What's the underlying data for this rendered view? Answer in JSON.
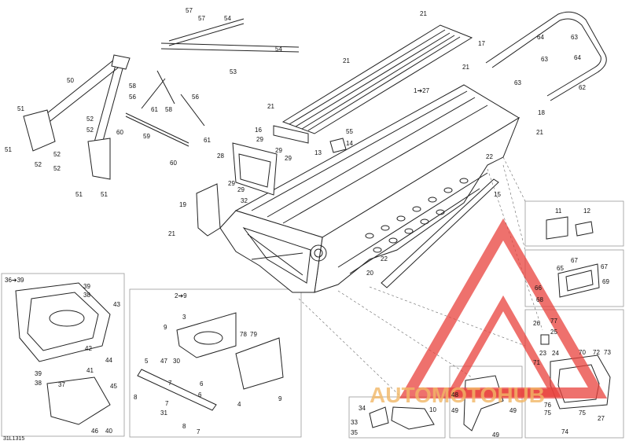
{
  "diagram_code": "31L1315",
  "watermark": {
    "word1": "AUTO",
    "word2": "MOTO",
    "word3": "HUB",
    "color1": "#f2b766",
    "color2": "#e8413c"
  },
  "labels": [
    {
      "id": "l57a",
      "text": "57"
    },
    {
      "id": "l57b",
      "text": "57"
    },
    {
      "id": "l54a",
      "text": "54"
    },
    {
      "id": "l54b",
      "text": "54"
    },
    {
      "id": "l53",
      "text": "53"
    },
    {
      "id": "l50",
      "text": "50"
    },
    {
      "id": "l58a",
      "text": "58"
    },
    {
      "id": "l56a",
      "text": "56"
    },
    {
      "id": "l61a",
      "text": "61"
    },
    {
      "id": "l58b",
      "text": "58"
    },
    {
      "id": "l56b",
      "text": "56"
    },
    {
      "id": "l60a",
      "text": "60"
    },
    {
      "id": "l59",
      "text": "59"
    },
    {
      "id": "l61b",
      "text": "61"
    },
    {
      "id": "l60b",
      "text": "60"
    },
    {
      "id": "l51a",
      "text": "51"
    },
    {
      "id": "l51b",
      "text": "51"
    },
    {
      "id": "l52a",
      "text": "52"
    },
    {
      "id": "l52b",
      "text": "52"
    },
    {
      "id": "l52c",
      "text": "52"
    },
    {
      "id": "l52d",
      "text": "52"
    },
    {
      "id": "l51c",
      "text": "51"
    },
    {
      "id": "l51d",
      "text": "51"
    },
    {
      "id": "l52e",
      "text": "52"
    },
    {
      "id": "l21a",
      "text": "21"
    },
    {
      "id": "l17",
      "text": "17"
    },
    {
      "id": "l21b",
      "text": "21"
    },
    {
      "id": "l21c",
      "text": "21"
    },
    {
      "id": "l127",
      "text": "1➔27"
    },
    {
      "id": "l21d",
      "text": "21"
    },
    {
      "id": "l16",
      "text": "16"
    },
    {
      "id": "l29a",
      "text": "29"
    },
    {
      "id": "l29b",
      "text": "29"
    },
    {
      "id": "l29c",
      "text": "29"
    },
    {
      "id": "l55",
      "text": "55"
    },
    {
      "id": "l14",
      "text": "14"
    },
    {
      "id": "l13",
      "text": "13"
    },
    {
      "id": "l28",
      "text": "28"
    },
    {
      "id": "l29d",
      "text": "29"
    },
    {
      "id": "l29e",
      "text": "29"
    },
    {
      "id": "l32",
      "text": "32"
    },
    {
      "id": "l19",
      "text": "19"
    },
    {
      "id": "l21e",
      "text": "21"
    },
    {
      "id": "l64a",
      "text": "64"
    },
    {
      "id": "l63a",
      "text": "63"
    },
    {
      "id": "l64b",
      "text": "64"
    },
    {
      "id": "l63b",
      "text": "63"
    },
    {
      "id": "l63c",
      "text": "63"
    },
    {
      "id": "l62",
      "text": "62"
    },
    {
      "id": "l18",
      "text": "18"
    },
    {
      "id": "l21f",
      "text": "21"
    },
    {
      "id": "l22a",
      "text": "22"
    },
    {
      "id": "l15",
      "text": "15"
    },
    {
      "id": "l22b",
      "text": "22"
    },
    {
      "id": "l20",
      "text": "20"
    },
    {
      "id": "l11",
      "text": "11"
    },
    {
      "id": "l12",
      "text": "12"
    },
    {
      "id": "l67a",
      "text": "67"
    },
    {
      "id": "l67b",
      "text": "67"
    },
    {
      "id": "l65",
      "text": "65"
    },
    {
      "id": "l66",
      "text": "66"
    },
    {
      "id": "l69",
      "text": "69"
    },
    {
      "id": "l68",
      "text": "68"
    },
    {
      "id": "l77",
      "text": "77"
    },
    {
      "id": "l26",
      "text": "26"
    },
    {
      "id": "l25",
      "text": "25"
    },
    {
      "id": "l23",
      "text": "23"
    },
    {
      "id": "l24",
      "text": "24"
    },
    {
      "id": "l70",
      "text": "70"
    },
    {
      "id": "l72",
      "text": "72"
    },
    {
      "id": "l73",
      "text": "73"
    },
    {
      "id": "l71",
      "text": "71"
    },
    {
      "id": "l76",
      "text": "76"
    },
    {
      "id": "l75a",
      "text": "75"
    },
    {
      "id": "l75b",
      "text": "75"
    },
    {
      "id": "l27",
      "text": "27"
    },
    {
      "id": "l74",
      "text": "74"
    },
    {
      "id": "l3639",
      "text": "36➔39"
    },
    {
      "id": "l39a",
      "text": "39"
    },
    {
      "id": "l38a",
      "text": "38"
    },
    {
      "id": "l43",
      "text": "43"
    },
    {
      "id": "l42",
      "text": "42"
    },
    {
      "id": "l44",
      "text": "44"
    },
    {
      "id": "l41",
      "text": "41"
    },
    {
      "id": "l39b",
      "text": "39"
    },
    {
      "id": "l38b",
      "text": "38"
    },
    {
      "id": "l37",
      "text": "37"
    },
    {
      "id": "l45",
      "text": "45"
    },
    {
      "id": "l46",
      "text": "46"
    },
    {
      "id": "l40",
      "text": "40"
    },
    {
      "id": "l29to9",
      "text": "2➔9"
    },
    {
      "id": "l9a",
      "text": "9"
    },
    {
      "id": "l3",
      "text": "3"
    },
    {
      "id": "l78",
      "text": "78"
    },
    {
      "id": "l79",
      "text": "79"
    },
    {
      "id": "l5",
      "text": "5"
    },
    {
      "id": "l47",
      "text": "47"
    },
    {
      "id": "l30",
      "text": "30"
    },
    {
      "id": "l7a",
      "text": "7"
    },
    {
      "id": "l6a",
      "text": "6"
    },
    {
      "id": "l8a",
      "text": "8"
    },
    {
      "id": "l7b",
      "text": "7"
    },
    {
      "id": "l31",
      "text": "31"
    },
    {
      "id": "l6b",
      "text": "6"
    },
    {
      "id": "l4",
      "text": "4"
    },
    {
      "id": "l9b",
      "text": "9"
    },
    {
      "id": "l8b",
      "text": "8"
    },
    {
      "id": "l7c",
      "text": "7"
    },
    {
      "id": "l34",
      "text": "34"
    },
    {
      "id": "l33",
      "text": "33"
    },
    {
      "id": "l35",
      "text": "35"
    },
    {
      "id": "l10",
      "text": "10"
    },
    {
      "id": "l48",
      "text": "48"
    },
    {
      "id": "l49a",
      "text": "49"
    },
    {
      "id": "l49b",
      "text": "49"
    },
    {
      "id": "l49c",
      "text": "49"
    }
  ]
}
